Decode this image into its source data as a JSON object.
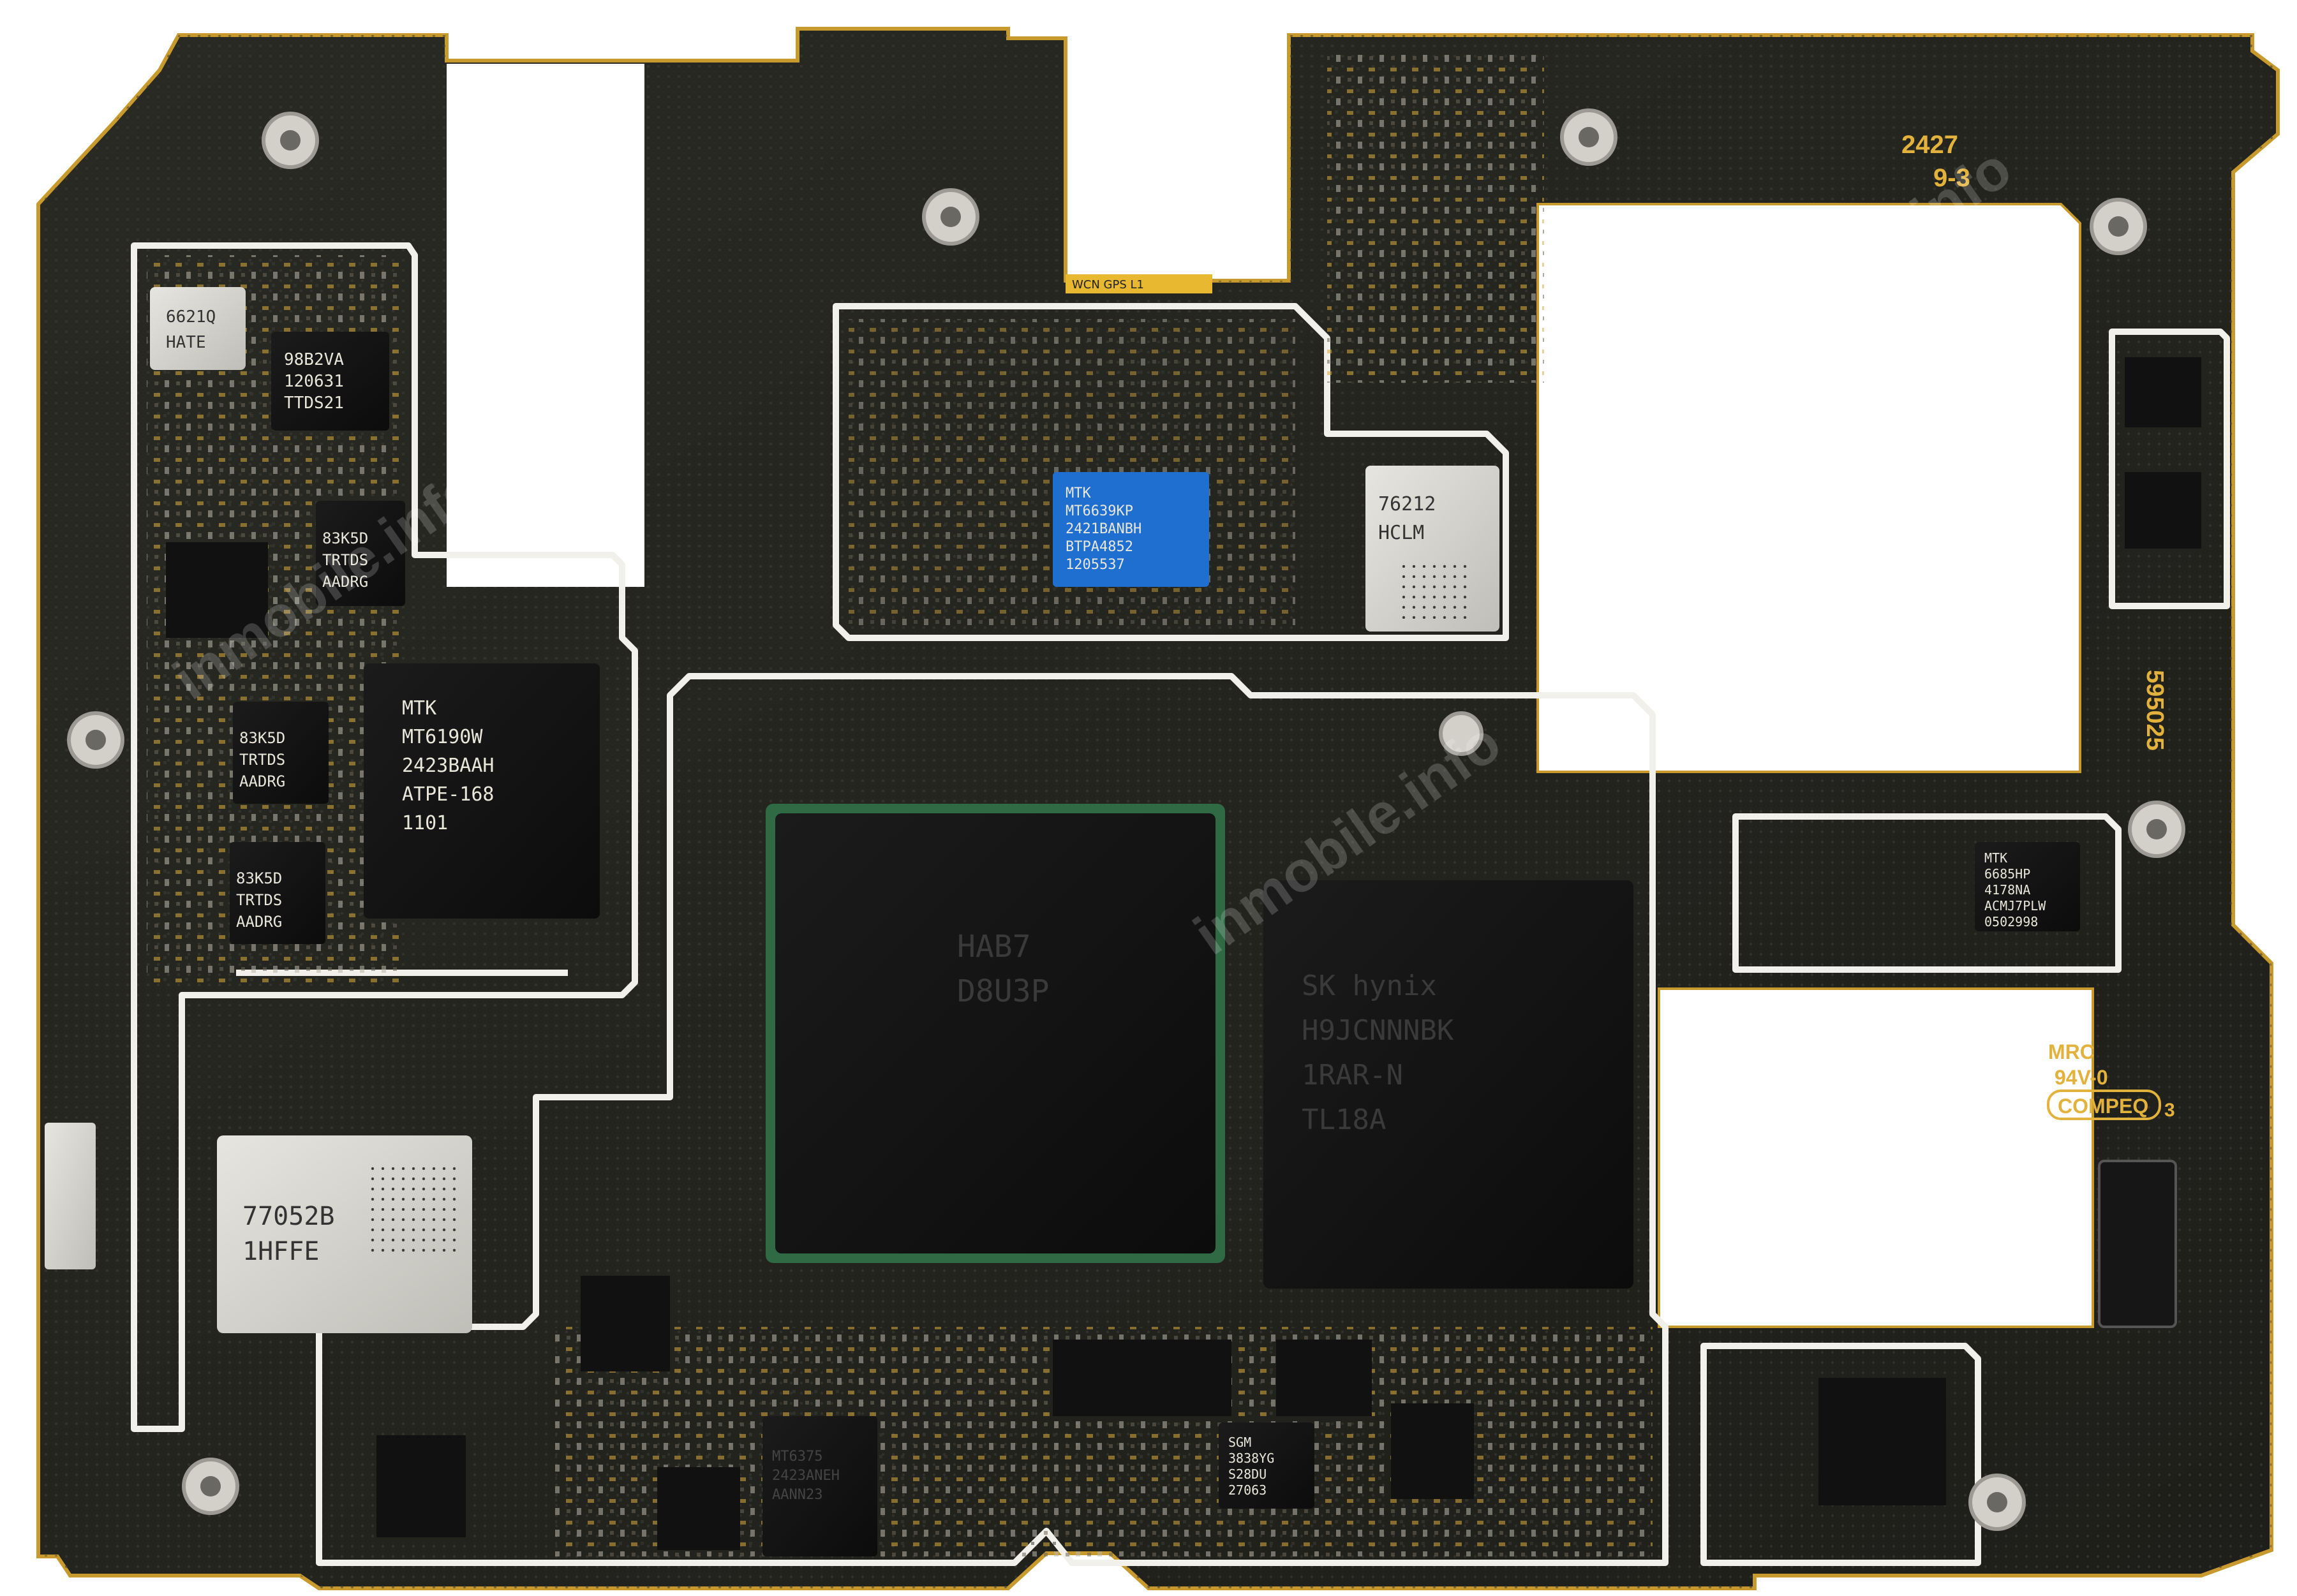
{
  "colors": {
    "background": "#ffffff",
    "pcb": "#24241f",
    "pcb_edge": "#c89a2e",
    "shield_line": "#f2f0ea",
    "chip_dark": "#121212",
    "chip_silver": "#d3d2cc",
    "chip_blue": "#1f6fd0",
    "gold": "#d8ac3e",
    "silkscreen": "#e3b23c"
  },
  "silkscreen": {
    "date_code": "2427",
    "rev_code": "9-3",
    "board_number": "595025",
    "mrc": "MRC",
    "flammability": "94V-0",
    "maker": "COMPEQ",
    "maker_suffix": "3",
    "antenna_label": "WCN GPS L1"
  },
  "chips": {
    "pmic_small": {
      "lines": [
        "6621Q",
        "HATE"
      ]
    },
    "chip_98b2va": {
      "lines": [
        "98B2VA",
        "120631",
        "TTDS21"
      ]
    },
    "chip_83k5d_1": {
      "lines": [
        "83K5D",
        "TRTDS",
        "AADRG"
      ]
    },
    "chip_83k5d_2": {
      "lines": [
        "83K5D",
        "TRTDS",
        "AADRG"
      ]
    },
    "chip_83k5d_3": {
      "lines": [
        "83K5D",
        "TRTDS",
        "AADRG"
      ]
    },
    "rf_transceiver": {
      "lines": [
        "MTK",
        "MT6190W",
        "2423BAAH",
        "ATPE-168",
        "1101"
      ]
    },
    "wifi_chip": {
      "lines": [
        "MTK",
        "MT6639KP",
        "2421BANBH",
        "BTPA4852",
        "1205537"
      ]
    },
    "rf_module_76212": {
      "lines": [
        "76212",
        "HCLM"
      ]
    },
    "rf_module_77052": {
      "lines": [
        "77052B",
        "1HFFE"
      ]
    },
    "cpu": {
      "lines": [
        "HAB7",
        "D8U3P"
      ]
    },
    "memory": {
      "lines": [
        "SK hynix",
        "H9JCNNNBK",
        "1RAR-N",
        "TL18A"
      ]
    },
    "pmic_mt6685": {
      "lines": [
        "MTK",
        "6685HP",
        "4178NA",
        "ACMJ7PLW",
        "0502998"
      ]
    },
    "chip_sgm": {
      "lines": [
        "SGM",
        "3838YG",
        "S28DU",
        "27063"
      ]
    },
    "chip_mt6375": {
      "lines": [
        "MT6375",
        "2423ANEH",
        "AANN23"
      ]
    }
  },
  "watermark": "inmobile.info"
}
